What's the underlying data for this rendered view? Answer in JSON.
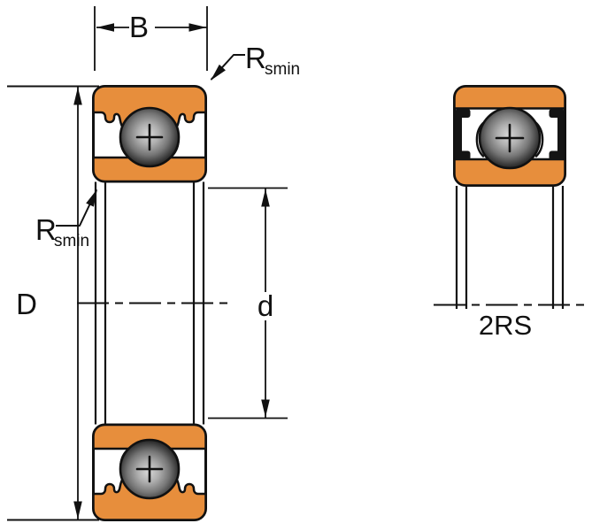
{
  "figure": {
    "left_view": {
      "dim_width": "B",
      "dim_outer_diameter": "D",
      "dim_bore_diameter": "d",
      "radius_label_top": {
        "symbol": "R",
        "subscript": "smin"
      },
      "radius_label_bottom": {
        "symbol": "R",
        "subscript": "smin"
      }
    },
    "right_view": {
      "variant_label": "2RS"
    }
  },
  "colors": {
    "ring": "#E78E3C",
    "ink": "#111111",
    "seal": "#141414"
  }
}
